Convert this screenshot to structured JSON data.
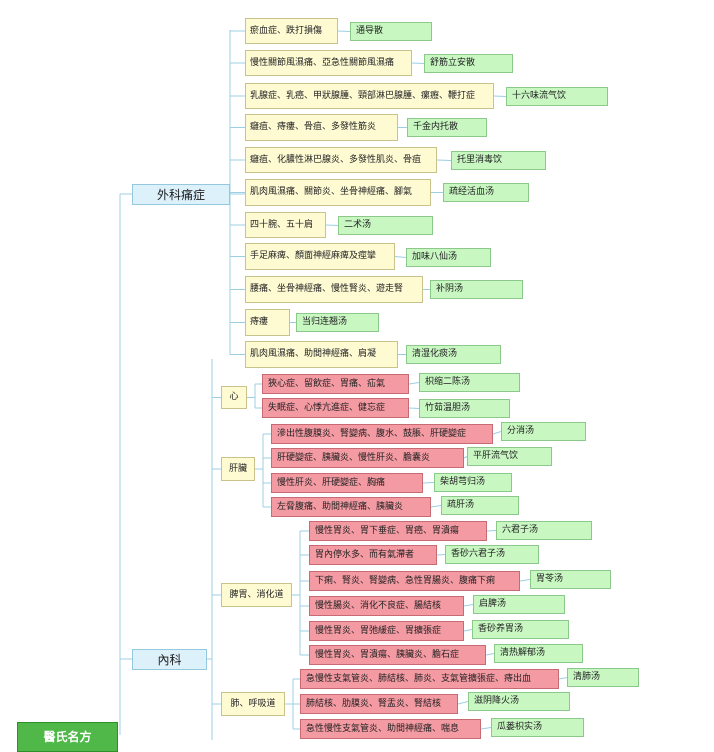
{
  "root": {
    "label": "醫氏名方"
  },
  "categories": [
    {
      "label": "外科痛症",
      "items": [
        {
          "symptom": "瘀血症、跌打損傷",
          "remedy": "通导散"
        },
        {
          "symptom": "慢性關節風濕痛、亞急性關節風濕痛",
          "remedy": "舒筋立安散"
        },
        {
          "symptom": "乳腺症、乳癌、甲狀腺腫、頸部淋巴腺腫、瘰癧、鞭打症",
          "remedy": "十六味流气饮"
        },
        {
          "symptom": "癰疽、痔瘻、骨疽、多發性筋炎",
          "remedy": "千金内托散"
        },
        {
          "symptom": "癰疽、化膿性淋巴腺炎、多發性肌炎、骨疽",
          "remedy": "托里消毒饮"
        },
        {
          "symptom": "肌肉風濕痛、關節炎、坐骨神經痛、腳氣",
          "remedy": "疏经活血汤"
        },
        {
          "symptom": "四十腕、五十肩",
          "remedy": "二术汤"
        },
        {
          "symptom": "手足麻痺、顏面神經麻痺及痙攣",
          "remedy": "加味八仙汤"
        },
        {
          "symptom": "腰痛、坐骨神經痛、慢性腎炎、遊走腎",
          "remedy": "补阴汤"
        },
        {
          "symptom": "痔瘻",
          "remedy": "当归连翘汤"
        },
        {
          "symptom": "肌肉風濕痛、助間神經痛、肩凝",
          "remedy": "清湿化痰汤"
        }
      ]
    },
    {
      "label": "內科",
      "groups": [
        {
          "label": "心",
          "items": [
            {
              "symptom": "狹心症、留飲症、胃痛、疝氣",
              "remedy": "枳缩二陈汤"
            },
            {
              "symptom": "失眠症、心悸亢進症、健忘症",
              "remedy": "竹茹温胆汤"
            }
          ]
        },
        {
          "label": "肝臟",
          "items": [
            {
              "symptom": "滲出性腹膜炎、腎變病、腹水、鼓脹、肝硬變症",
              "remedy": "分消汤"
            },
            {
              "symptom": "肝硬變症、胰臟炎、慢性肝炎、膽囊炎",
              "remedy": "平肝流气饮"
            },
            {
              "symptom": "慢性肝炎、肝硬變症、胸痛",
              "remedy": "柴胡芎归汤"
            },
            {
              "symptom": "左脅腹痛、助間神經痛、胰臟炎",
              "remedy": "疏肝汤"
            }
          ]
        },
        {
          "label": "脾胃、消化道",
          "items": [
            {
              "symptom": "慢性胃炎、胃下垂症、胃癌、胃潰瘍",
              "remedy": "六君子汤"
            },
            {
              "symptom": "胃內停水多、而有氣滯者",
              "remedy": "香砂六君子汤"
            },
            {
              "symptom": "下痢、腎炎、腎變病、急性胃腸炎、腹痛下痢",
              "remedy": "胃苓汤"
            },
            {
              "symptom": "慢性腸炎、消化不良症、腸結核",
              "remedy": "启脾汤"
            },
            {
              "symptom": "慢性胃炎、胃弛緩症、胃擴張症",
              "remedy": "香砂养胃汤"
            },
            {
              "symptom": "慢性胃炎、胃潰瘍、胰臟炎、膽石症",
              "remedy": "清热解郁汤"
            }
          ]
        },
        {
          "label": "肺、呼吸道",
          "items": [
            {
              "symptom": "急慢性支氣管炎、肺結核、肺炎、支氣管擴張症、痔出血",
              "remedy": "清肺汤"
            },
            {
              "symptom": "肺結核、肋膜炎、腎盂炎、腎結核",
              "remedy": "滋阴降火汤"
            },
            {
              "symptom": "急性慢性支氣管炎、助間神經痛、喘息",
              "remedy": "瓜蒌枳实汤"
            }
          ]
        }
      ]
    }
  ]
}
